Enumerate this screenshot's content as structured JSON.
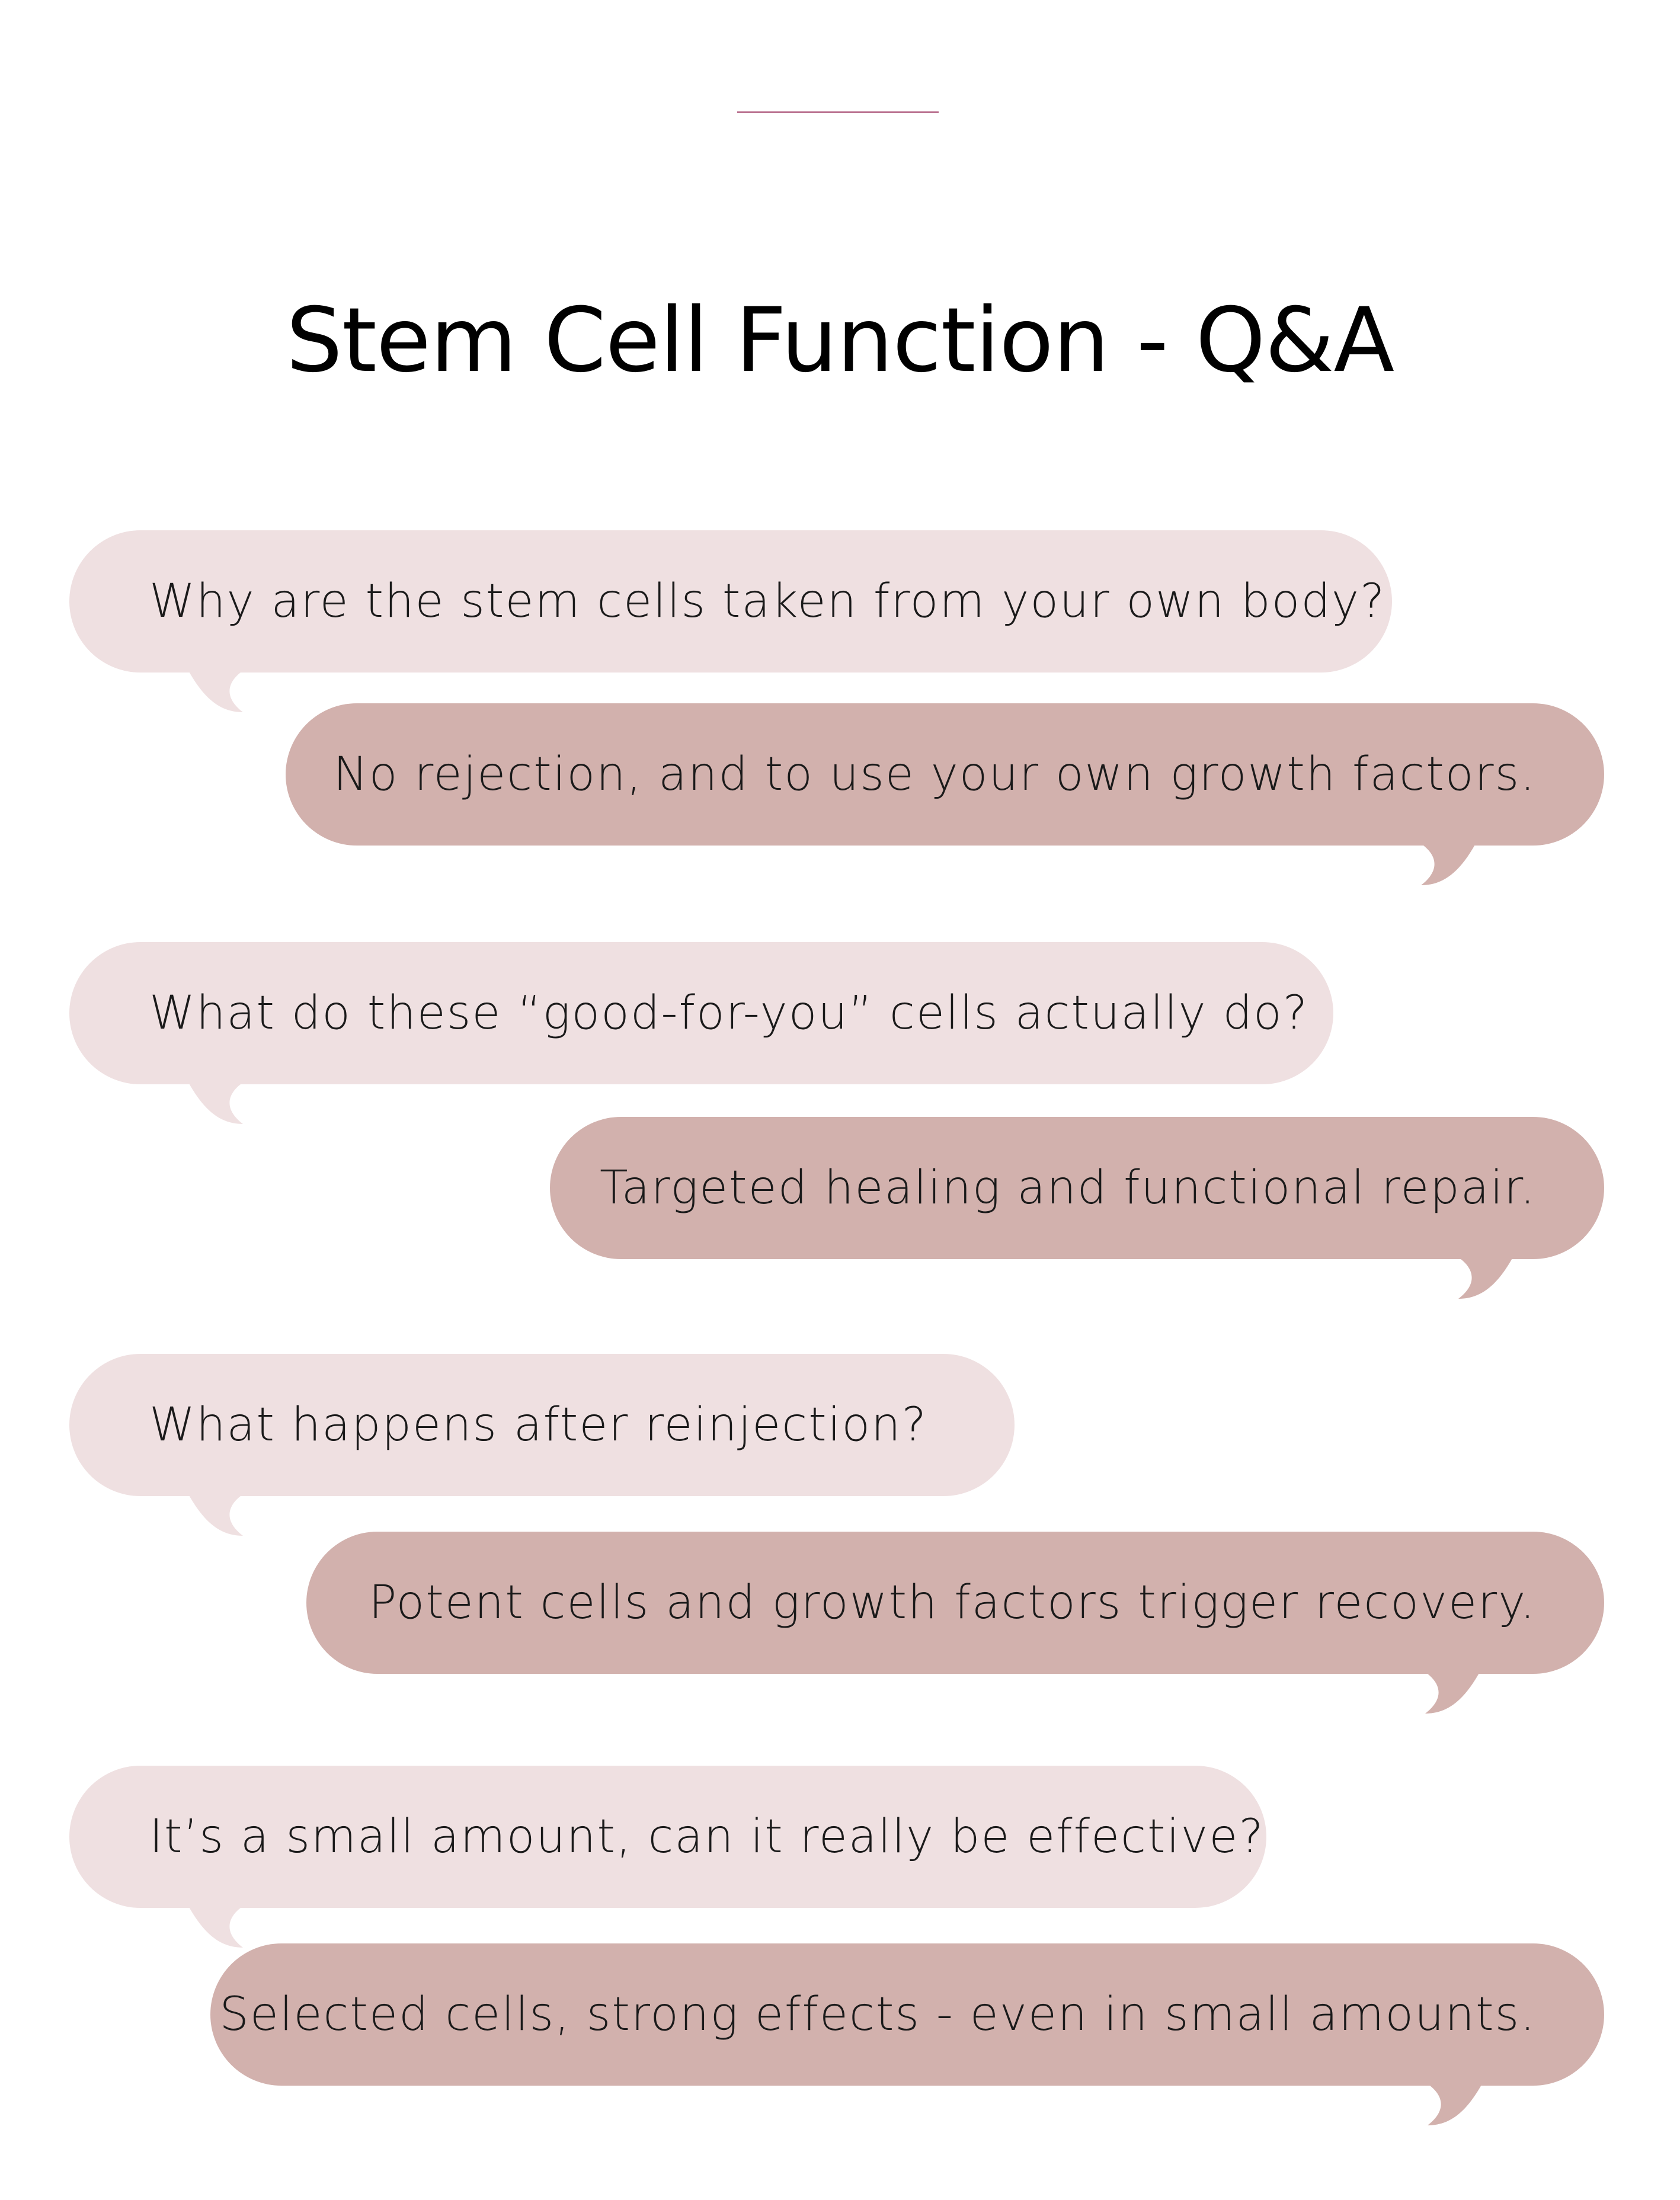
{
  "page": {
    "title": "Stem Cell Function - Q&A"
  },
  "colors": {
    "accent_line": "#b9708f",
    "question_bubble": "#efe0e1",
    "answer_bubble": "#d2b1ad",
    "text": "#1a1a1a"
  },
  "qa": [
    {
      "question": "Why are the stem cells taken from your own body?",
      "answer": "No rejection, and to use your own growth factors."
    },
    {
      "question": "What do these “good-for-you” cells actually do?",
      "answer": "Targeted healing and functional repair."
    },
    {
      "question": "What happens after reinjection?",
      "answer": "Potent cells and growth factors trigger recovery."
    },
    {
      "question": "It’s a small amount, can it really be effective?",
      "answer": "Selected cells, strong effects - even in small amounts."
    }
  ]
}
